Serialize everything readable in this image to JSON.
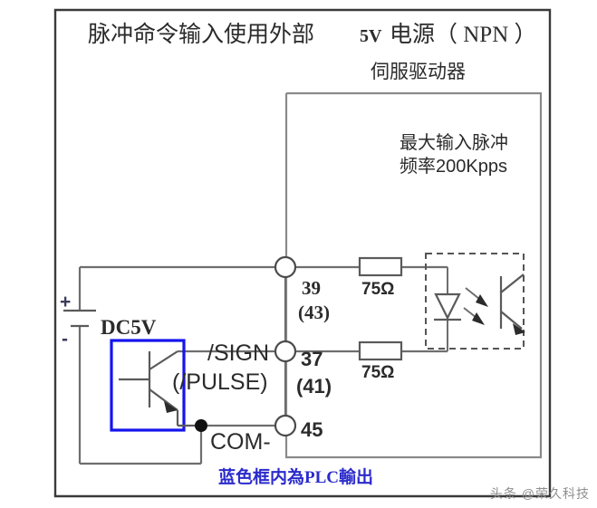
{
  "diagram": {
    "title": "脉冲命令输入使用外部 5V 电源（ NPN ）",
    "title_main": "脉冲命令输入使用外部",
    "title_volt": "5V",
    "title_tail": "电源（ NPN ）",
    "servo_label": "伺服驱动器",
    "note_line1": "最大输入脉冲",
    "note_line2": "频率200Kpps",
    "footer_note": "蓝色框内為PLC輸出",
    "watermark": "头条 @荣久科技"
  },
  "power": {
    "label": "DC5V",
    "plus": "+",
    "minus": "-"
  },
  "signals": {
    "sign": "/SIGN",
    "pulse": "(/PULSE)",
    "common": "COM-"
  },
  "terminals": [
    {
      "number": "39",
      "alt": "(43)"
    },
    {
      "number": "37",
      "alt": "(41)"
    },
    {
      "number": "45",
      "alt": ""
    }
  ],
  "resistors": [
    {
      "value": "75Ω"
    },
    {
      "value": "75Ω"
    }
  ],
  "colors": {
    "plc_box": "#1414ee",
    "note_text": "#2b2bcc",
    "wire": "#6e6e6e",
    "frame": "#3a3a3a"
  }
}
